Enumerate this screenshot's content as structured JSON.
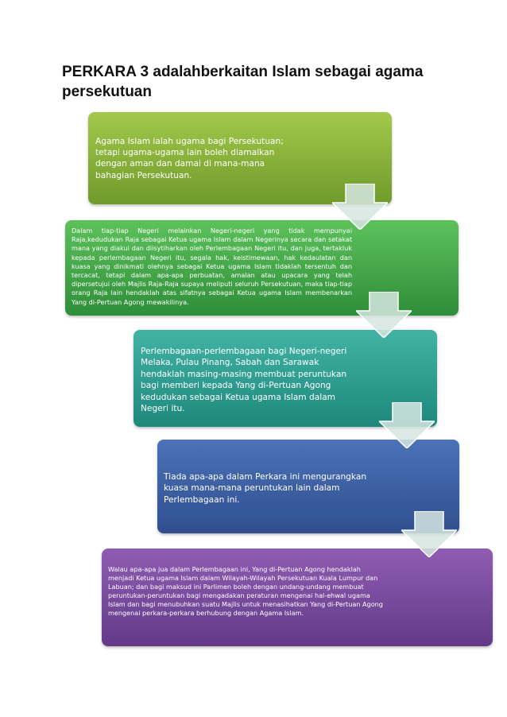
{
  "title": "PERKARA 3 adalahberkaitan Islam sebagai agama persekutuan",
  "steps": [
    {
      "text": "Agama Islam ialah ugama bagi Persekutuan; tetapi ugama-ugama lain boleh diamalkan dengan aman dan damai di mana-mana bahagian Persekutuan.",
      "color": "#8db53c"
    },
    {
      "text": "Dalam tiap-tiap Negeri melainkan Negeri-negeri yang tidak mempunyai Raja,kedudukan Raja sebagai Ketua ugama Islam dalam Negerinya secara dan setakat mana yang diakui dan diisytiharkan oleh Perlembagaan Negeri itu, dan juga, tertakluk kepada perlembagaan Negeri itu, segala hak, keistimewaan, hak kedaulatan dan kuasa yang dinikmati olehnya sebagai Ketua ugama Islam tidaklah tersentuh dan tercacat, tetapi dalam apa-apa perbuatan, amalan atau upacara yang telah dipersetujui oleh Majlis Raja-Raja supaya meliputi seluruh Persekutuan, maka tiap-tiap orang Raja lain hendaklah atas sifatnya sebagai Ketua ugama Islam membenarkan Yang di-Pertuan Agong mewakilinya.",
      "color": "#46a84a"
    },
    {
      "text": "Perlembagaan-perlembagaan bagi Negeri-negeri Melaka, Pulau Pinang, Sabah dan Sarawak hendaklah masing-masing membuat peruntukan bagi memberi kepada Yang di-Pertuan Agong kedudukan sebagai Ketua ugama Islam dalam Negeri itu.",
      "color": "#32a091"
    },
    {
      "text": "Tiada apa-apa dalam Perkara ini mengurangkan kuasa mana-mana peruntukan lain dalam Perlembagaan ini.",
      "color": "#3e61a3"
    },
    {
      "text": "Walau apa-apa jua dalam Perlembagaan ini, Yang di-Pertuan Agong hendaklah menjadi Ketua ugama Islam dalam Wilayah-Wilayah Persekutuan Kuala Lumpur dan Labuan; dan bagi maksud ini Parlimen boleh dengan undang-undang membuat peruntukan-peruntukan bagi mengadakan peraturan mengenai hal-ehwal ugama Islam dan bagi menubuhkan suatu Majlis untuk menasihatkan Yang di-Pertuan Agong mengenai perkara-perkara berhubung dengan Agama Islam.",
      "color": "#7a4ba0"
    }
  ],
  "arrow_color": "#d6e6e0"
}
